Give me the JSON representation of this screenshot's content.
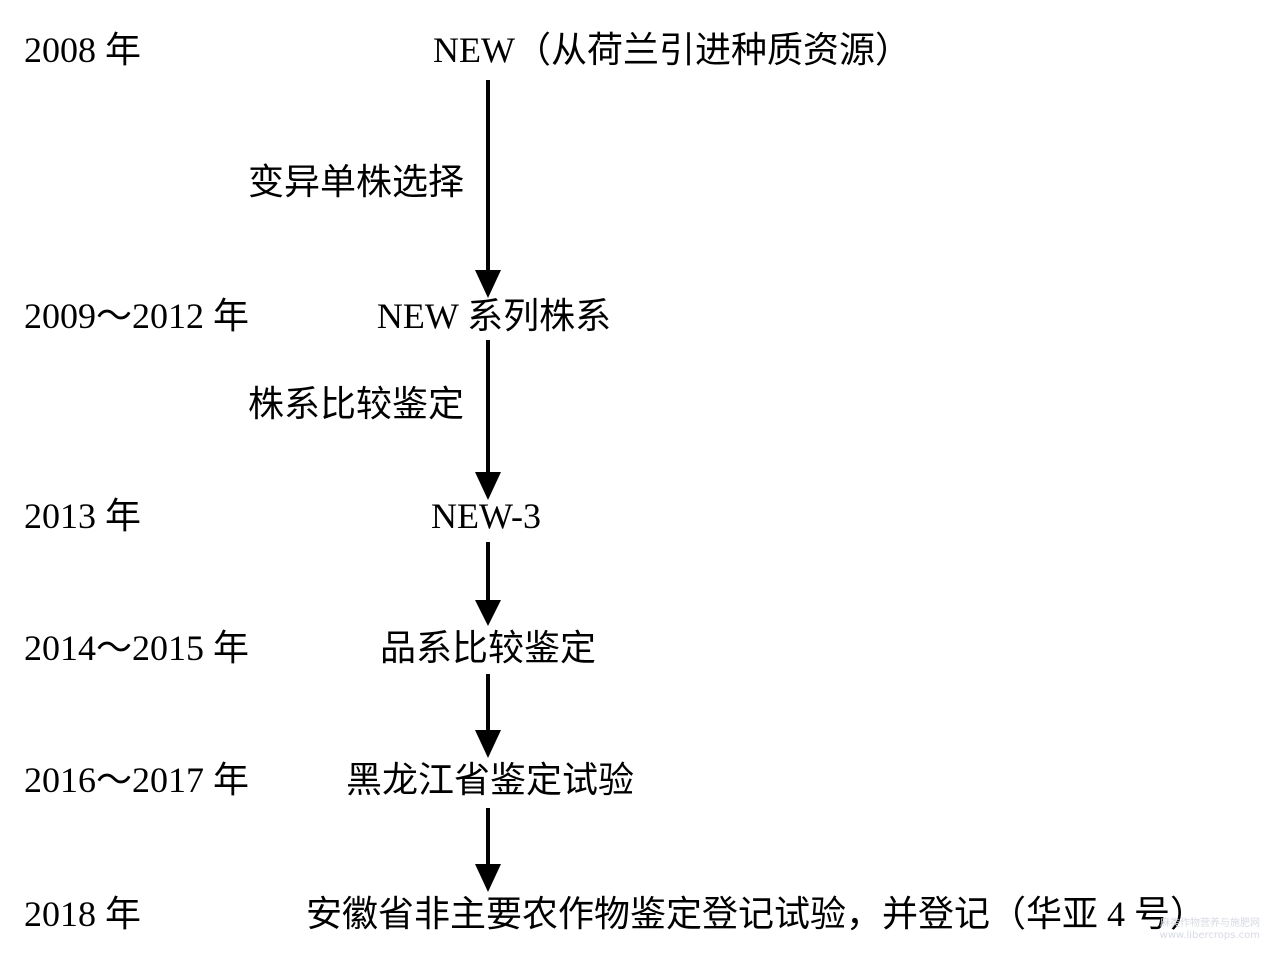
{
  "timeline": [
    {
      "year": "2008 年",
      "stage": "NEW（从荷兰引进种质资源）"
    },
    {
      "year": "2009～2012 年",
      "stage": "NEW 系列株系"
    },
    {
      "year": "2013  年",
      "stage": "NEW-3"
    },
    {
      "year": "2014～2015 年",
      "stage": "品系比较鉴定"
    },
    {
      "year": "2016～2017 年",
      "stage": "黑龙江省鉴定试验"
    },
    {
      "year": "2018 年",
      "stage": "安徽省非主要农作物鉴定登记试验，并登记（华亚 4 号）"
    }
  ],
  "methods": [
    "变异单株选择",
    "株系比较鉴定"
  ],
  "watermark": {
    "line1": "麻类作物营养与施肥网",
    "line2": "www.libercrops.com"
  },
  "colors": {
    "text": "#000000",
    "arrow": "#000000",
    "background": "#ffffff"
  }
}
